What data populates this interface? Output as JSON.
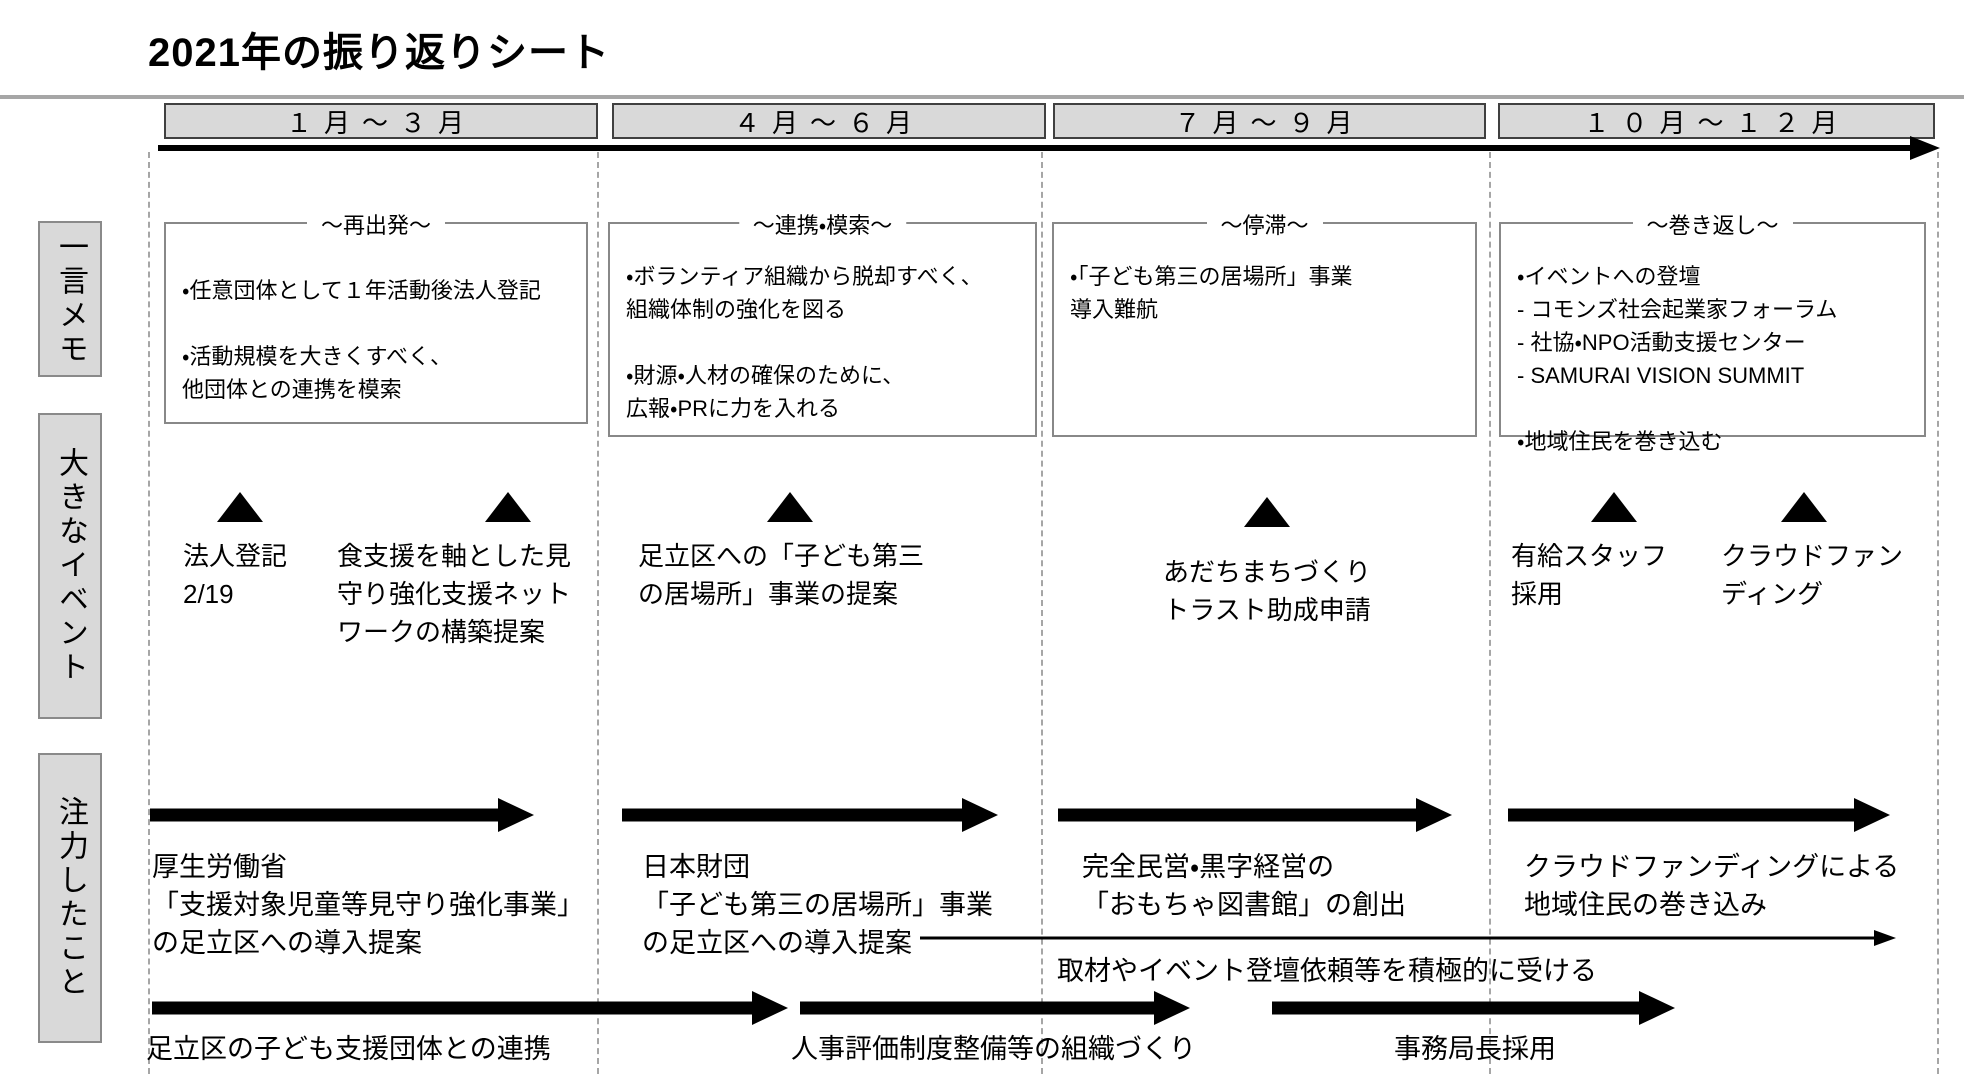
{
  "title": "2021年の振り返りシート",
  "quarters": [
    {
      "label": "１月～３月"
    },
    {
      "label": "４月～６月"
    },
    {
      "label": "７月～９月"
    },
    {
      "label": "１０月～１２月"
    }
  ],
  "rows": [
    {
      "label": "一言メモ"
    },
    {
      "label": "大きなイベント"
    },
    {
      "label": "注力したこと"
    }
  ],
  "memos": [
    {
      "heading": "～再出発～",
      "body": "・任意団体として１年活動後法人登記\n\n・活動規模を大きくすべく、\n他団体との連携を模索"
    },
    {
      "heading": "～連携・模索～",
      "body": "・ボランティア組織から脱却すべく、\n組織体制の強化を図る\n\n・財源・人材の確保のために、\n広報・PRに力を入れる"
    },
    {
      "heading": "～停滞～",
      "body": "・「子ども第三の居場所」事業\n導入難航"
    },
    {
      "heading": "～巻き返し～",
      "body": "・イベントへの登壇\n- コモンズ社会起業家フォーラム\n- 社協・NPO活動支援センター\n- SAMURAI VISION SUMMIT\n\n・地域住民を巻き込む"
    }
  ],
  "events": [
    {
      "label": "法人登記\n2/19"
    },
    {
      "label": "食支援を軸とした見\n守り強化支援ネット\nワークの構築提案"
    },
    {
      "label": "足立区への「子ども第三\nの居場所」事業の提案"
    },
    {
      "label": "あだちまちづくり\nトラスト助成申請"
    },
    {
      "label": "有給スタッフ\n採用"
    },
    {
      "label": "クラウドファン\nディング"
    }
  ],
  "focus": {
    "items": [
      {
        "label": "厚生労働省\n「支援対象児童等見守り強化事業」\nの足立区への導入提案"
      },
      {
        "label": "日本財団\n「子ども第三の居場所」事業\nの足立区への導入提案"
      },
      {
        "label": "完全民営・黒字経営の\n「おもちゃ図書館」の創出"
      },
      {
        "label": "クラウドファンディングによる\n地域住民の巻き込み"
      }
    ],
    "media_note": "取材やイベント登壇依頼等を積極的に受ける",
    "bottom_items": [
      {
        "label": "足立区の子ども支援団体との連携"
      },
      {
        "label": "人事評価制度整備等の組織づくり"
      },
      {
        "label": "事務局長採用"
      }
    ]
  },
  "colors": {
    "box_fill": "#d9d9d9",
    "line_black": "#000000",
    "muted_gray": "#a6a6a6"
  }
}
